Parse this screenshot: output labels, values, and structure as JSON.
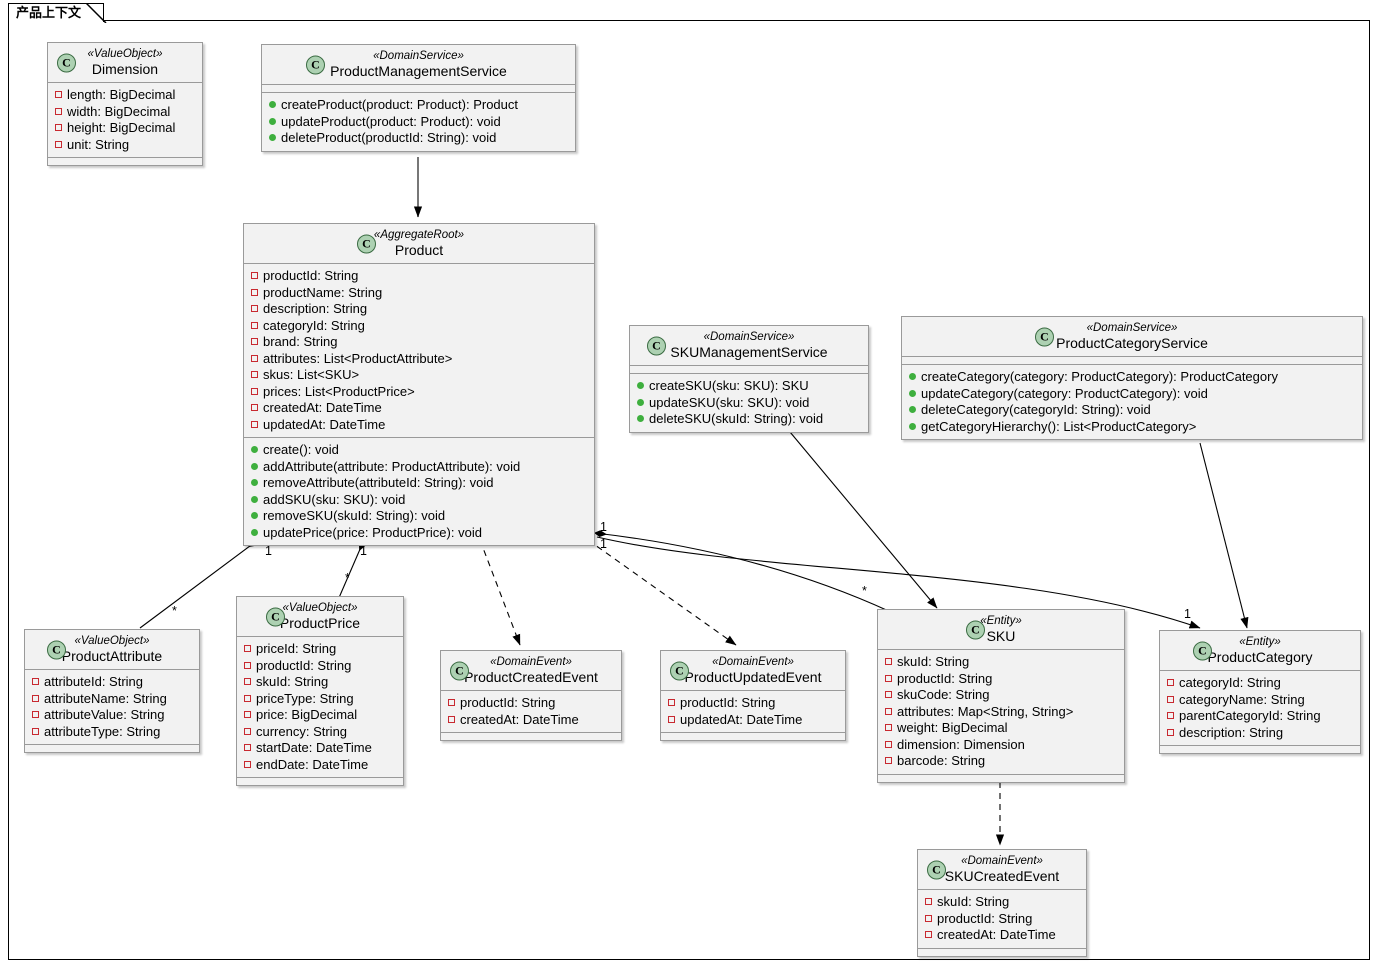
{
  "diagram": {
    "type": "uml-class-diagram",
    "package_label": "产品上下文",
    "colors": {
      "box_fill": "#F2F2F2",
      "box_border": "#9A9A9A",
      "icon_fill": "#ADD1B2",
      "icon_border": "#3A6B42",
      "attribute_marker": "#C82930",
      "operation_marker": "#3EAF3E",
      "line": "#000000"
    }
  },
  "classes": [
    {
      "id": "Dimension",
      "stereotype": "«ValueObject»",
      "name": "Dimension",
      "icon": "class-icon",
      "attributes": [
        "length: BigDecimal",
        "width: BigDecimal",
        "height: BigDecimal",
        "unit: String"
      ],
      "operations": []
    },
    {
      "id": "ProductManagementService",
      "stereotype": "«DomainService»",
      "name": "ProductManagementService",
      "icon": "class-icon",
      "attributes": [],
      "operations": [
        "createProduct(product: Product): Product",
        "updateProduct(product: Product): void",
        "deleteProduct(productId: String): void"
      ]
    },
    {
      "id": "Product",
      "stereotype": "«AggregateRoot»",
      "name": "Product",
      "icon": "class-icon",
      "attributes": [
        "productId: String",
        "productName: String",
        "description: String",
        "categoryId: String",
        "brand: String",
        "attributes: List<ProductAttribute>",
        "skus: List<SKU>",
        "prices: List<ProductPrice>",
        "createdAt: DateTime",
        "updatedAt: DateTime"
      ],
      "operations": [
        "create(): void",
        "addAttribute(attribute: ProductAttribute): void",
        "removeAttribute(attributeId: String): void",
        "addSKU(sku: SKU): void",
        "removeSKU(skuId: String): void",
        "updatePrice(price: ProductPrice): void"
      ]
    },
    {
      "id": "SKUManagementService",
      "stereotype": "«DomainService»",
      "name": "SKUManagementService",
      "icon": "class-icon",
      "attributes": [],
      "operations": [
        "createSKU(sku: SKU): SKU",
        "updateSKU(sku: SKU): void",
        "deleteSKU(skuId: String): void"
      ]
    },
    {
      "id": "ProductCategoryService",
      "stereotype": "«DomainService»",
      "name": "ProductCategoryService",
      "icon": "class-icon",
      "attributes": [],
      "operations": [
        "createCategory(category: ProductCategory): ProductCategory",
        "updateCategory(category: ProductCategory): void",
        "deleteCategory(categoryId: String): void",
        "getCategoryHierarchy(): List<ProductCategory>"
      ]
    },
    {
      "id": "ProductAttribute",
      "stereotype": "«ValueObject»",
      "name": "ProductAttribute",
      "icon": "class-icon",
      "attributes": [
        "attributeId: String",
        "attributeName: String",
        "attributeValue: String",
        "attributeType: String"
      ],
      "operations": []
    },
    {
      "id": "ProductPrice",
      "stereotype": "«ValueObject»",
      "name": "ProductPrice",
      "icon": "class-icon",
      "attributes": [
        "priceId: String",
        "productId: String",
        "skuId: String",
        "priceType: String",
        "price: BigDecimal",
        "currency: String",
        "startDate: DateTime",
        "endDate: DateTime"
      ],
      "operations": []
    },
    {
      "id": "ProductCreatedEvent",
      "stereotype": "«DomainEvent»",
      "name": "ProductCreatedEvent",
      "icon": "class-icon",
      "attributes": [
        "productId: String",
        "createdAt: DateTime"
      ],
      "operations": []
    },
    {
      "id": "ProductUpdatedEvent",
      "stereotype": "«DomainEvent»",
      "name": "ProductUpdatedEvent",
      "icon": "class-icon",
      "attributes": [
        "productId: String",
        "updatedAt: DateTime"
      ],
      "operations": []
    },
    {
      "id": "SKU",
      "stereotype": "«Entity»",
      "name": "SKU",
      "icon": "class-icon",
      "attributes": [
        "skuId: String",
        "productId: String",
        "skuCode: String",
        "attributes: Map<String, String>",
        "weight: BigDecimal",
        "dimension: Dimension",
        "barcode: String"
      ],
      "operations": []
    },
    {
      "id": "ProductCategory",
      "stereotype": "«Entity»",
      "name": "ProductCategory",
      "icon": "class-icon",
      "attributes": [
        "categoryId: String",
        "categoryName: String",
        "parentCategoryId: String",
        "description: String"
      ],
      "operations": []
    },
    {
      "id": "SKUCreatedEvent",
      "stereotype": "«DomainEvent»",
      "name": "SKUCreatedEvent",
      "icon": "class-icon",
      "attributes": [
        "skuId: String",
        "productId: String",
        "createdAt: DateTime"
      ],
      "operations": []
    }
  ],
  "relationships": [
    {
      "id": "r1",
      "from": "ProductManagementService",
      "to": "Product",
      "style": "solid",
      "head": "arrow",
      "source_mult": "",
      "target_mult": ""
    },
    {
      "id": "r2",
      "from": "Product",
      "to": "ProductAttribute",
      "style": "solid",
      "head": "composition",
      "source_mult": "1",
      "target_mult": "*"
    },
    {
      "id": "r3",
      "from": "Product",
      "to": "ProductPrice",
      "style": "solid",
      "head": "composition",
      "source_mult": "1",
      "target_mult": "*"
    },
    {
      "id": "r4",
      "from": "Product",
      "to": "SKU",
      "style": "solid",
      "head": "composition",
      "source_mult": "1",
      "target_mult": "*"
    },
    {
      "id": "r5",
      "from": "Product",
      "to": "ProductCategory",
      "style": "solid",
      "head": "arrow",
      "source_mult": "1",
      "target_mult": "1"
    },
    {
      "id": "r6",
      "from": "Product",
      "to": "ProductCreatedEvent",
      "style": "dashed",
      "head": "arrow",
      "source_mult": "",
      "target_mult": ""
    },
    {
      "id": "r7",
      "from": "Product",
      "to": "ProductUpdatedEvent",
      "style": "dashed",
      "head": "arrow",
      "source_mult": "",
      "target_mult": ""
    },
    {
      "id": "r8",
      "from": "SKUManagementService",
      "to": "SKU",
      "style": "solid",
      "head": "arrow",
      "source_mult": "",
      "target_mult": ""
    },
    {
      "id": "r9",
      "from": "ProductCategoryService",
      "to": "ProductCategory",
      "style": "solid",
      "head": "arrow",
      "source_mult": "",
      "target_mult": ""
    },
    {
      "id": "r10",
      "from": "SKU",
      "to": "SKUCreatedEvent",
      "style": "dashed",
      "head": "arrow",
      "source_mult": "",
      "target_mult": ""
    }
  ],
  "multiplicity_labels": [
    {
      "id": "m1",
      "text": "1"
    },
    {
      "id": "m2",
      "text": "*"
    },
    {
      "id": "m3",
      "text": "1"
    },
    {
      "id": "m4",
      "text": "*"
    },
    {
      "id": "m5",
      "text": "1"
    },
    {
      "id": "m6",
      "text": "1"
    },
    {
      "id": "m7",
      "text": "*"
    },
    {
      "id": "m8",
      "text": "1"
    }
  ]
}
